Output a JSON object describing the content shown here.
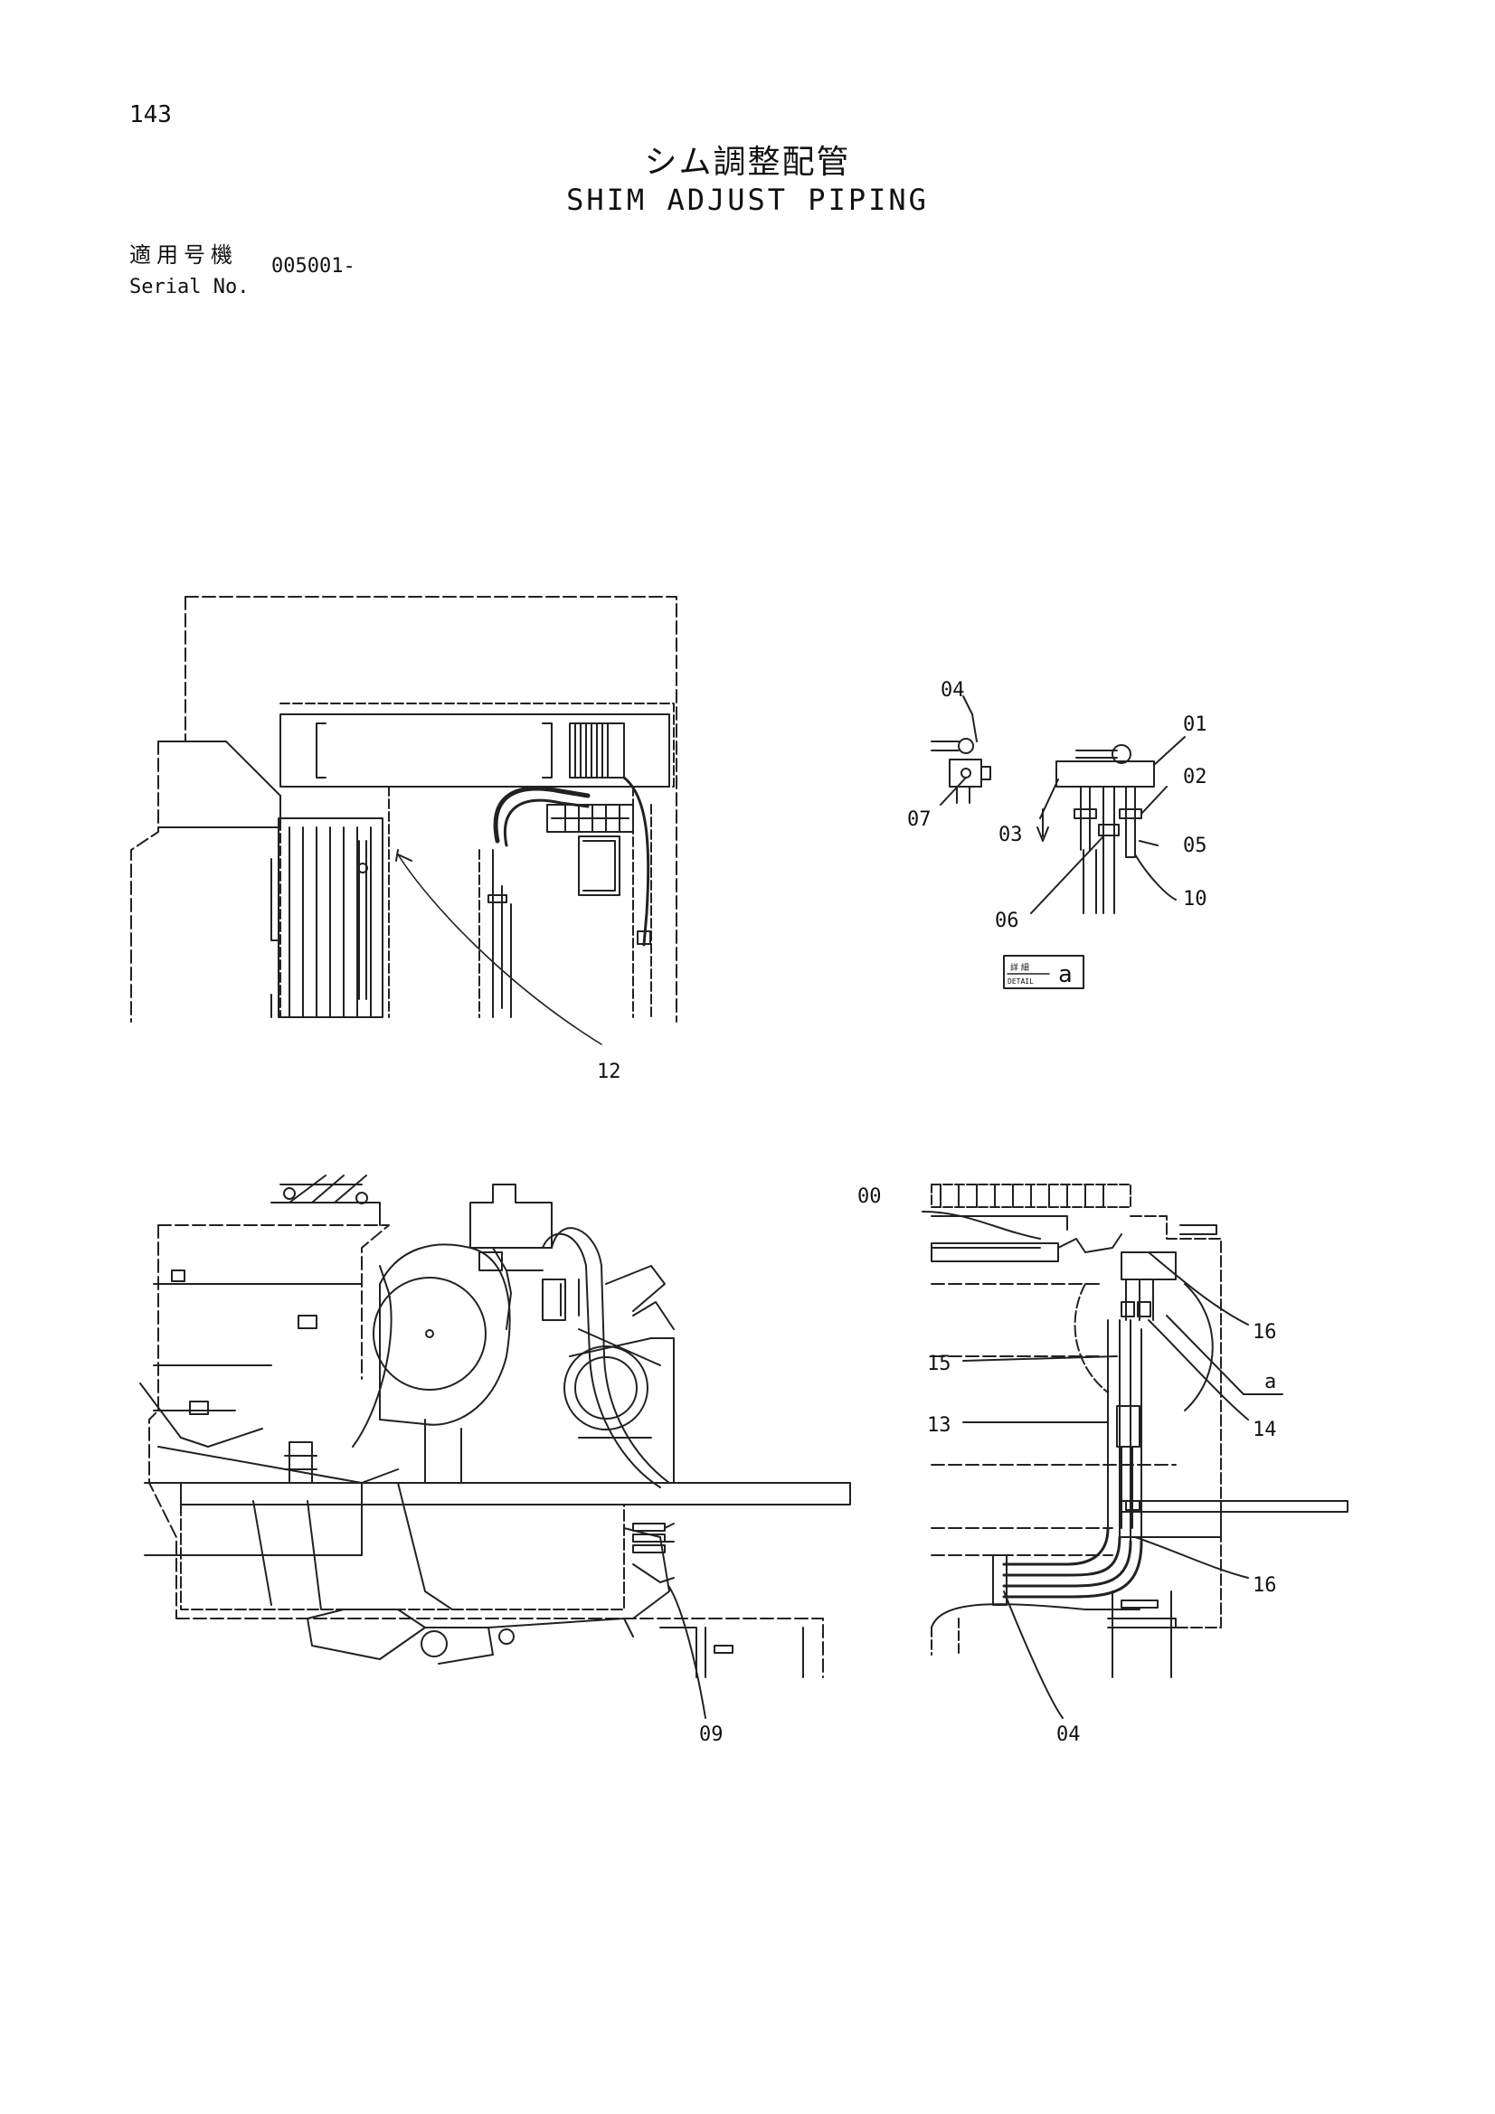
{
  "header": {
    "page_number": "143",
    "title_jp": "シム調整配管",
    "title_en": "SHIM ADJUST PIPING",
    "serial_label_jp": "適用号機",
    "serial_label_en": "Serial No.",
    "serial_value": "005001-"
  },
  "detail_box": {
    "label_jp": "詳 細",
    "label_en": "DETAIL",
    "letter": "a"
  },
  "callouts": {
    "top_left": [
      "12"
    ],
    "detail": [
      "04",
      "01",
      "02",
      "07",
      "03",
      "05",
      "06",
      "10"
    ],
    "bottom_left": [
      "09"
    ],
    "bottom_right": [
      "00",
      "16",
      "15",
      "a",
      "14",
      "13",
      "16",
      "04"
    ]
  }
}
